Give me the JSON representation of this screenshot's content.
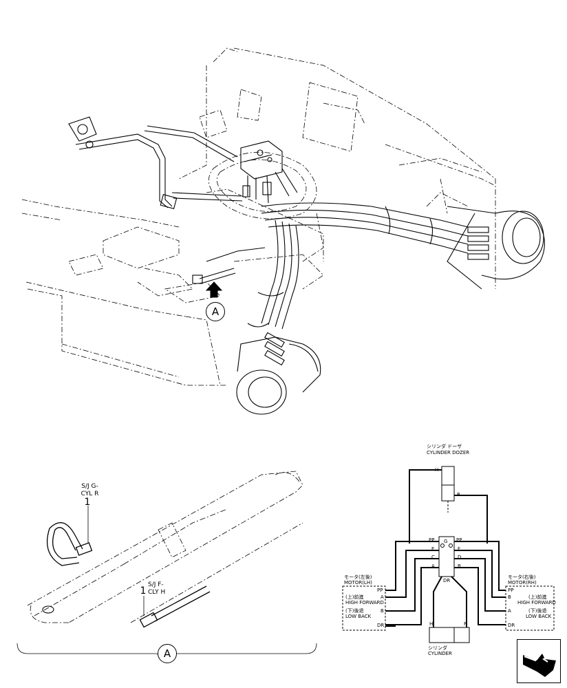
{
  "main_view": {
    "callout_a": "A"
  },
  "detail_a": {
    "hose_1": {
      "number": "1",
      "label_line1": "S/J G-",
      "label_line2": "CYL R"
    },
    "hose_2": {
      "number": "1",
      "label_line1": "S/J F-",
      "label_line2": "CLY H"
    },
    "bracket_label": "A"
  },
  "schematic": {
    "dozer_jp": "シリンダ ドーザ",
    "dozer_en": "CYLINDER DOZER",
    "dozer_port_h": "H",
    "dozer_port_r": "R",
    "left_motor_jp": "モータ(左後)",
    "left_motor_en": "MOTOR(LH)",
    "right_motor_jp": "モータ(右後)",
    "right_motor_en": "MOTOR(RH)",
    "left_pp": "PP",
    "left_a": "A",
    "left_b": "B",
    "left_dr": "DR",
    "left_high_jp": "(上)前進",
    "left_high_en": "HIGH FORWARD",
    "left_low_jp": "(下)後退",
    "left_low_en": "LOW BACK",
    "right_pp": "PP",
    "right_b": "B",
    "right_a": "A",
    "right_dr": "DR",
    "right_high_jp": "(上)前進",
    "right_high_en": "HIGH FORWARD",
    "right_low_jp": "(下)後退",
    "right_low_en": "LOW BACK",
    "joint_pp_left": "PP",
    "joint_pp_right": "PP",
    "joint_e": "E",
    "joint_c": "C",
    "joint_a": "A",
    "joint_f": "F",
    "joint_d": "D",
    "joint_b": "B",
    "joint_g": "G",
    "joint_dr": "DR",
    "bottom_h": "H",
    "bottom_r": "R",
    "bottom_cyl_jp": "シリンダ",
    "bottom_cyl_en": "CYLINDER"
  },
  "navigation": {
    "icon": "next-page-arrow-icon"
  }
}
